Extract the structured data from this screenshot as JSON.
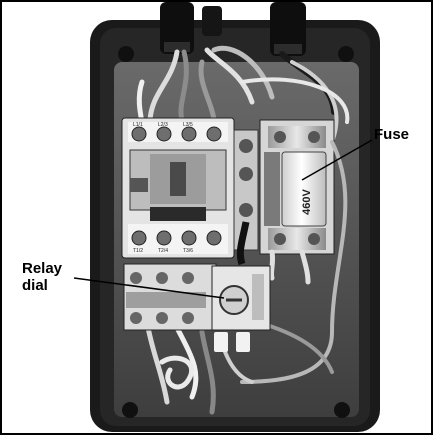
{
  "callouts": {
    "fuse": "Fuse",
    "relay_dial_line1": "Relay",
    "relay_dial_line2": "dial"
  },
  "components": {
    "fuse_rating": "460V",
    "contactor_terminals_top": [
      "L1/1",
      "L2/3",
      "L3/5"
    ],
    "contactor_terminals_bottom": [
      "T1/2",
      "T2/4",
      "T3/6"
    ]
  },
  "colors": {
    "background": "#ffffff",
    "enclosure": "#1c1c1c",
    "panel": "#5a5a5a",
    "component_light": "#d8d8d8",
    "wire_light": "#e6e6e6"
  }
}
